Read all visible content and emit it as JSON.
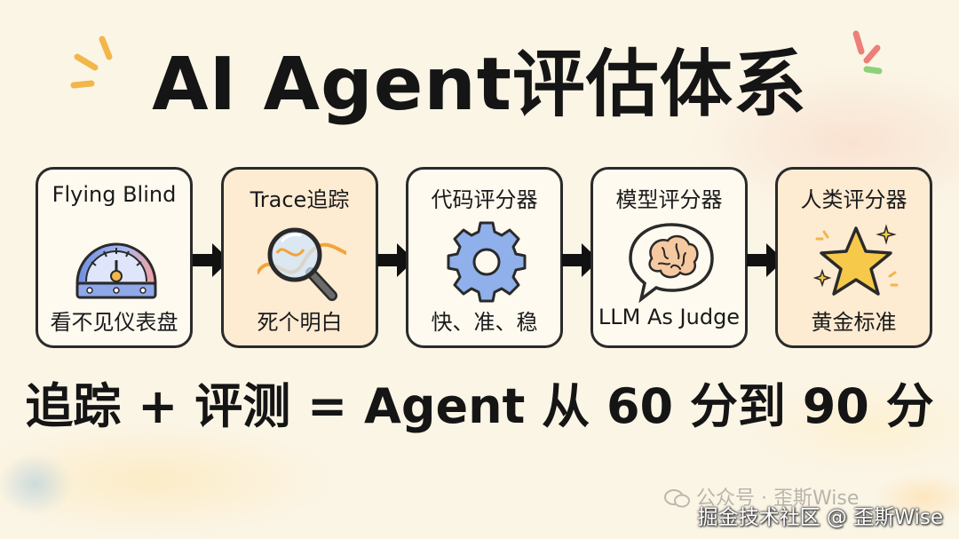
{
  "title": "AI Agent评估体系",
  "cards": [
    {
      "title": "Flying Blind",
      "caption": "看不见仪表盘",
      "icon": "dashboard-gauge-icon"
    },
    {
      "title": "Trace追踪",
      "caption": "死个明白",
      "icon": "magnifier-trace-icon"
    },
    {
      "title": "代码评分器",
      "caption": "快、准、稳",
      "icon": "gear-icon"
    },
    {
      "title": "模型评分器",
      "caption": "LLM As Judge",
      "icon": "brain-bubble-icon"
    },
    {
      "title": "人类评分器",
      "caption": "黄金标准",
      "icon": "star-icon"
    }
  ],
  "tagline": "追踪 + 评测 = Agent 从 60 分到 90 分",
  "watermark": {
    "wechat": "公众号 · 歪斯Wise",
    "site": "掘金技术社区 @ 歪斯Wise"
  },
  "colors": {
    "background": "#fbf5e6",
    "card_border": "#2a2a2a",
    "card_fill": "#fffaf0",
    "card_fill_warm": "#fdebd2",
    "text": "#151515"
  }
}
